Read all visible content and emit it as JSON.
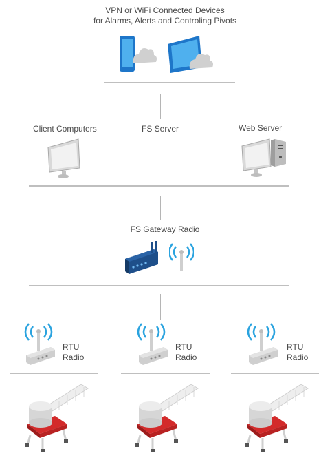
{
  "header": {
    "line1": "VPN or WiFi Connected Devices",
    "line2": "for Alarms, Alerts and Controling Pivots"
  },
  "servers": {
    "client": "Client Computers",
    "fs": "FS Server",
    "web": "Web Server"
  },
  "gateway": {
    "label": "FS Gateway Radio"
  },
  "rtus": [
    {
      "line1": "RTU",
      "line2": "Radio"
    },
    {
      "line1": "RTU",
      "line2": "Radio"
    },
    {
      "line1": "RTU",
      "line2": "Radio"
    }
  ],
  "colors": {
    "device_blue": "#1e76c9",
    "signal_blue": "#2aa3df",
    "gateway_navy": "#1e4f8a",
    "pivot_red": "#d32a2a",
    "line_gray": "#bfbfbf"
  }
}
